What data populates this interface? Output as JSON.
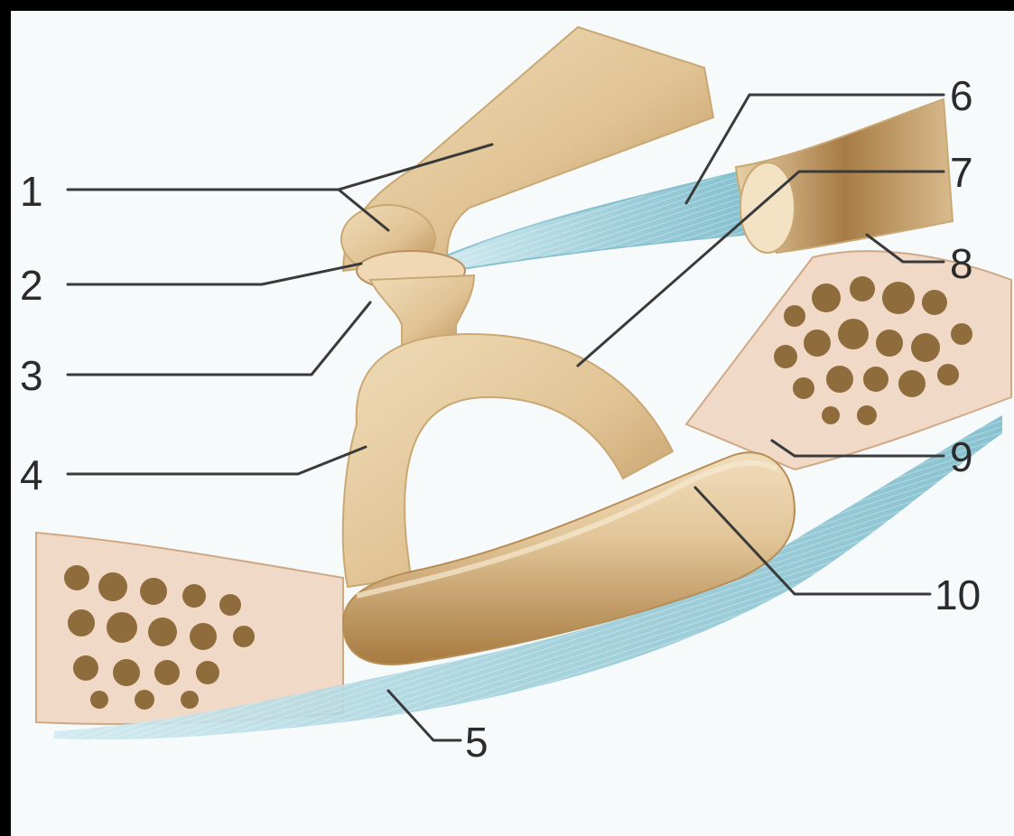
{
  "labels": [
    {
      "id": "1",
      "text": "1"
    },
    {
      "id": "2",
      "text": "2"
    },
    {
      "id": "3",
      "text": "3"
    },
    {
      "id": "4",
      "text": "4"
    },
    {
      "id": "5",
      "text": "5"
    },
    {
      "id": "6",
      "text": "6"
    },
    {
      "id": "7",
      "text": "7"
    },
    {
      "id": "8",
      "text": "8"
    },
    {
      "id": "9",
      "text": "9"
    },
    {
      "id": "10",
      "text": "10"
    }
  ],
  "colors": {
    "frame": "#000000",
    "background": "#f7fafb",
    "bone": "#e4caa0",
    "bone_shadow": "#b88d55",
    "bone_dark": "#8a6531",
    "cartilage": "#f2dccb",
    "marrow": "#8f6c3c",
    "ligament": "#a9d3dc",
    "ligament_dark": "#6fb1c2"
  }
}
